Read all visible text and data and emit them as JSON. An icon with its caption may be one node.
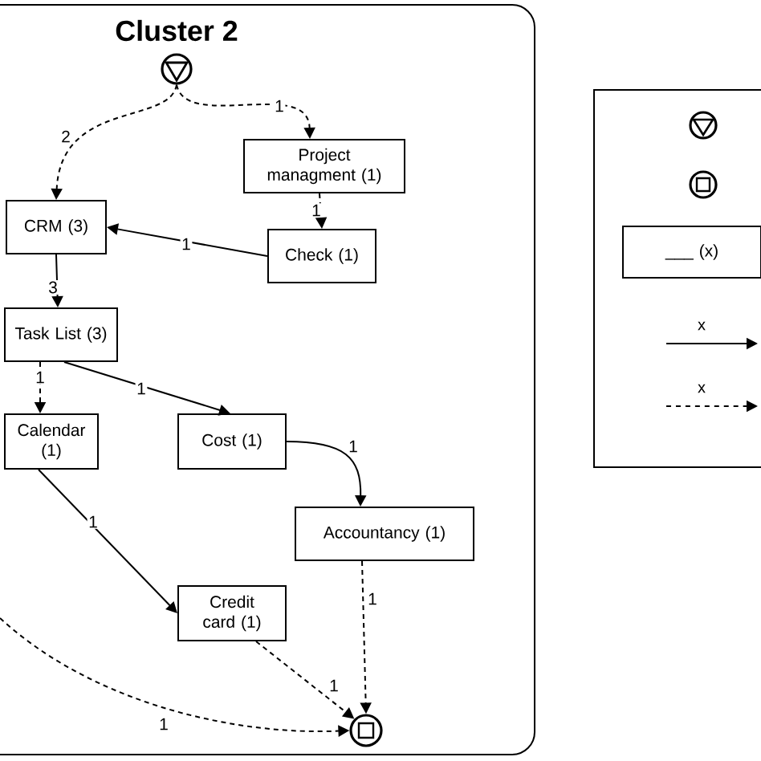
{
  "diagram": {
    "nodes": [
      {
        "text": [
          "Cluster 2"
        ]
      },
      {
        "text": [],
        "shape": "circle",
        "in": 0
      },
      {
        "text": [
          "Project managment (1)"
        ],
        "in": 0
      },
      {
        "text": [
          "CRM (3)"
        ],
        "in": 0
      },
      {
        "text": [
          "Check (1)"
        ],
        "in": 0
      },
      {
        "text": [
          "Task List (3)"
        ],
        "in": 0
      },
      {
        "text": [
          "Calendar (1)"
        ],
        "in": 0
      },
      {
        "text": [
          "Cost (1)"
        ],
        "in": 0
      },
      {
        "text": [
          "Accountancy (1)"
        ],
        "in": 0
      },
      {
        "text": [
          "Credit card (1)"
        ],
        "in": 0
      },
      {
        "text": [],
        "shape": "circle",
        "in": 0
      },
      {
        "text": [],
        "shape": "box"
      },
      {
        "text": [
          "___ (x)"
        ],
        "in": 11
      }
    ],
    "edges": [
      {
        "from": 1,
        "to": 3,
        "arrow": "to",
        "label": "2",
        "style": "dashed"
      },
      {
        "from": 1,
        "to": 2,
        "arrow": "to",
        "label": "1",
        "style": "dashed"
      },
      {
        "from": 2,
        "to": 4,
        "arrow": "to",
        "label": "1",
        "style": "dashed"
      },
      {
        "from": 4,
        "to": 3,
        "arrow": "to",
        "label": "1"
      },
      {
        "from": 3,
        "to": 5,
        "arrow": "to",
        "label": "3"
      },
      {
        "from": 5,
        "to": 6,
        "arrow": "to",
        "label": "1",
        "style": "dashed"
      },
      {
        "from": 5,
        "to": 7,
        "arrow": "to",
        "label": "1"
      },
      {
        "from": 7,
        "to": 8,
        "arrow": "to",
        "label": "1"
      },
      {
        "from": 6,
        "to": 9,
        "arrow": "to",
        "label": "1"
      },
      {
        "from": 8,
        "to": 10,
        "arrow": "to",
        "label": "1",
        "style": "dashed"
      },
      {
        "from": 9,
        "to": 10,
        "arrow": "to",
        "label": "1",
        "style": "dashed"
      },
      {
        "from": null,
        "to": 10,
        "arrow": "to",
        "label": "1",
        "style": "dashed"
      }
    ],
    "legend": [
      {
        "text": "x"
      },
      {
        "text": "x"
      }
    ]
  }
}
